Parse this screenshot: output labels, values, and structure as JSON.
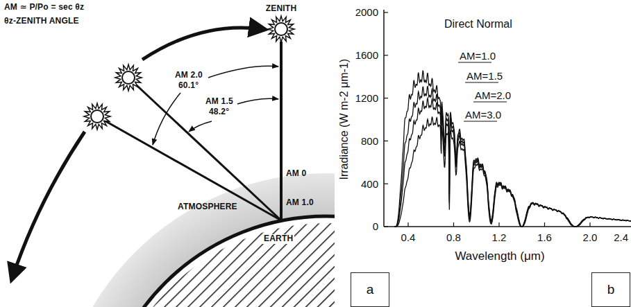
{
  "diagram": {
    "nodes": [
      {
        "text": [
          "a"
        ]
      },
      {
        "text": [
          "b"
        ]
      }
    ],
    "labels": [
      "AM ≃ P/Po = sec θz",
      "θz-ZENITH ANGLE",
      "ZENITH",
      "AM 2.0",
      "60.1°",
      "AM 1.5",
      "48.2°",
      "AM 0",
      "AM 1.0",
      "ATMOSPHERE",
      "EARTH",
      "Direct Normal",
      "AM=1.0",
      "AM=1.5",
      "AM=2.0",
      "AM=3.0",
      "2000",
      "1600",
      "1200",
      "800",
      "400",
      "0",
      "0.4",
      "0.8",
      "1.2",
      "1.6",
      "2.0",
      "2.4",
      "Wavelength (μm)",
      "Irradiance (W m-2 μm-1)"
    ]
  }
}
